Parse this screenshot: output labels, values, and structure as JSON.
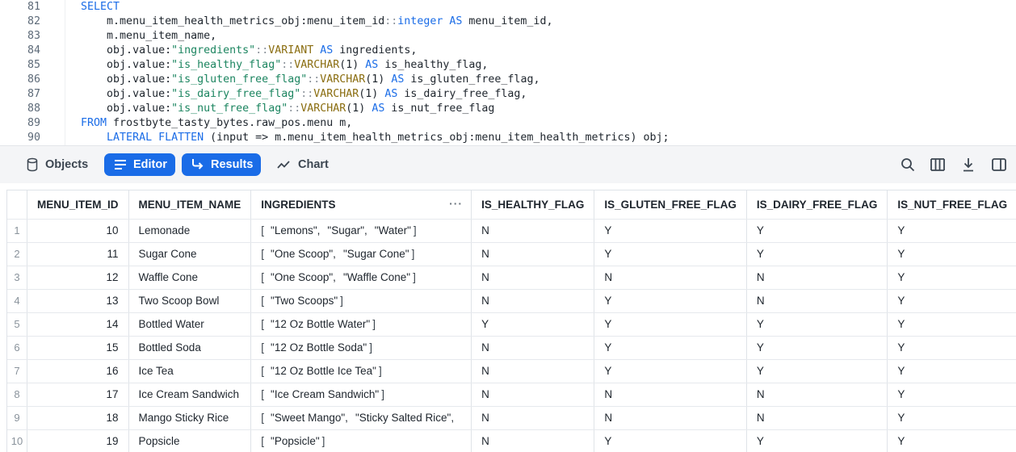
{
  "editor": {
    "lines": [
      {
        "n": "81",
        "parts": [
          {
            "t": "    SELECT",
            "c": "kw"
          }
        ]
      },
      {
        "n": "82",
        "parts": [
          {
            "t": "        m.menu_item_health_metrics_obj:menu_item_id",
            "c": ""
          },
          {
            "t": "::",
            "c": "op"
          },
          {
            "t": "integer",
            "c": "kw"
          },
          {
            "t": " ",
            "c": ""
          },
          {
            "t": "AS",
            "c": "kw"
          },
          {
            "t": " menu_item_id,",
            "c": ""
          }
        ]
      },
      {
        "n": "83",
        "parts": [
          {
            "t": "        m.menu_item_name,",
            "c": ""
          }
        ]
      },
      {
        "n": "84",
        "parts": [
          {
            "t": "        obj.value:",
            "c": ""
          },
          {
            "t": "\"ingredients\"",
            "c": "str"
          },
          {
            "t": "::",
            "c": "op"
          },
          {
            "t": "VARIANT",
            "c": "ty"
          },
          {
            "t": " ",
            "c": ""
          },
          {
            "t": "AS",
            "c": "kw"
          },
          {
            "t": " ingredients,",
            "c": ""
          }
        ]
      },
      {
        "n": "85",
        "parts": [
          {
            "t": "        obj.value:",
            "c": ""
          },
          {
            "t": "\"is_healthy_flag\"",
            "c": "str"
          },
          {
            "t": "::",
            "c": "op"
          },
          {
            "t": "VARCHAR",
            "c": "ty"
          },
          {
            "t": "(1) ",
            "c": ""
          },
          {
            "t": "AS",
            "c": "kw"
          },
          {
            "t": " is_healthy_flag,",
            "c": ""
          }
        ]
      },
      {
        "n": "86",
        "parts": [
          {
            "t": "        obj.value:",
            "c": ""
          },
          {
            "t": "\"is_gluten_free_flag\"",
            "c": "str"
          },
          {
            "t": "::",
            "c": "op"
          },
          {
            "t": "VARCHAR",
            "c": "ty"
          },
          {
            "t": "(1) ",
            "c": ""
          },
          {
            "t": "AS",
            "c": "kw"
          },
          {
            "t": " is_gluten_free_flag,",
            "c": ""
          }
        ]
      },
      {
        "n": "87",
        "parts": [
          {
            "t": "        obj.value:",
            "c": ""
          },
          {
            "t": "\"is_dairy_free_flag\"",
            "c": "str"
          },
          {
            "t": "::",
            "c": "op"
          },
          {
            "t": "VARCHAR",
            "c": "ty"
          },
          {
            "t": "(1) ",
            "c": ""
          },
          {
            "t": "AS",
            "c": "kw"
          },
          {
            "t": " is_dairy_free_flag,",
            "c": ""
          }
        ]
      },
      {
        "n": "88",
        "parts": [
          {
            "t": "        obj.value:",
            "c": ""
          },
          {
            "t": "\"is_nut_free_flag\"",
            "c": "str"
          },
          {
            "t": "::",
            "c": "op"
          },
          {
            "t": "VARCHAR",
            "c": "ty"
          },
          {
            "t": "(1) ",
            "c": ""
          },
          {
            "t": "AS",
            "c": "kw"
          },
          {
            "t": " is_nut_free_flag",
            "c": ""
          }
        ]
      },
      {
        "n": "89",
        "parts": [
          {
            "t": "    FROM",
            "c": "kw"
          },
          {
            "t": " frostbyte_tasty_bytes.raw_pos.menu m,",
            "c": ""
          }
        ]
      },
      {
        "n": "90",
        "parts": [
          {
            "t": "        LATERAL FLATTEN",
            "c": "kw"
          },
          {
            "t": " (input => m.menu_item_health_metrics_obj:menu_item_health_metrics) obj;",
            "c": ""
          }
        ]
      }
    ]
  },
  "toolbar": {
    "objects_label": "Objects",
    "editor_label": "Editor",
    "results_label": "Results",
    "chart_label": "Chart",
    "accent": "#1a6ce7"
  },
  "grid": {
    "columns": [
      "MENU_ITEM_ID",
      "MENU_ITEM_NAME",
      "INGREDIENTS",
      "IS_HEALTHY_FLAG",
      "IS_GLUTEN_FREE_FLAG",
      "IS_DAIRY_FREE_FLAG",
      "IS_NUT_FREE_FLAG"
    ],
    "ingredients_menu_icon": "more-horizontal-icon",
    "rows": [
      {
        "n": "1",
        "id": "10",
        "name": "Lemonade",
        "ingredients": [
          "\"Lemons\",",
          "\"Sugar\",",
          "\"Water\""
        ],
        "healthy": "N",
        "gluten": "Y",
        "dairy": "Y",
        "nut": "Y"
      },
      {
        "n": "2",
        "id": "11",
        "name": "Sugar Cone",
        "ingredients": [
          "\"One Scoop\",",
          "\"Sugar Cone\""
        ],
        "healthy": "N",
        "gluten": "Y",
        "dairy": "Y",
        "nut": "Y"
      },
      {
        "n": "3",
        "id": "12",
        "name": "Waffle Cone",
        "ingredients": [
          "\"One Scoop\",",
          "\"Waffle Cone\""
        ],
        "healthy": "N",
        "gluten": "N",
        "dairy": "N",
        "nut": "Y"
      },
      {
        "n": "4",
        "id": "13",
        "name": "Two Scoop Bowl",
        "ingredients": [
          "\"Two Scoops\""
        ],
        "healthy": "N",
        "gluten": "Y",
        "dairy": "N",
        "nut": "Y"
      },
      {
        "n": "5",
        "id": "14",
        "name": "Bottled Water",
        "ingredients": [
          "\"12 Oz Bottle Water\""
        ],
        "healthy": "Y",
        "gluten": "Y",
        "dairy": "Y",
        "nut": "Y"
      },
      {
        "n": "6",
        "id": "15",
        "name": "Bottled Soda",
        "ingredients": [
          "\"12 Oz Bottle Soda\""
        ],
        "healthy": "N",
        "gluten": "Y",
        "dairy": "Y",
        "nut": "Y"
      },
      {
        "n": "7",
        "id": "16",
        "name": "Ice Tea",
        "ingredients": [
          "\"12 Oz Bottle Ice Tea\""
        ],
        "healthy": "N",
        "gluten": "Y",
        "dairy": "Y",
        "nut": "Y"
      },
      {
        "n": "8",
        "id": "17",
        "name": "Ice Cream Sandwich",
        "ingredients": [
          "\"Ice Cream Sandwich\""
        ],
        "healthy": "N",
        "gluten": "N",
        "dairy": "N",
        "nut": "Y"
      },
      {
        "n": "9",
        "id": "18",
        "name": "Mango Sticky Rice",
        "ingredients": [
          "\"Sweet Mango\",",
          "\"Sticky Salted Rice\","
        ],
        "healthy": "N",
        "gluten": "N",
        "dairy": "N",
        "nut": "Y"
      },
      {
        "n": "10",
        "id": "19",
        "name": "Popsicle",
        "ingredients": [
          "\"Popsicle\""
        ],
        "healthy": "N",
        "gluten": "Y",
        "dairy": "Y",
        "nut": "Y"
      }
    ]
  }
}
